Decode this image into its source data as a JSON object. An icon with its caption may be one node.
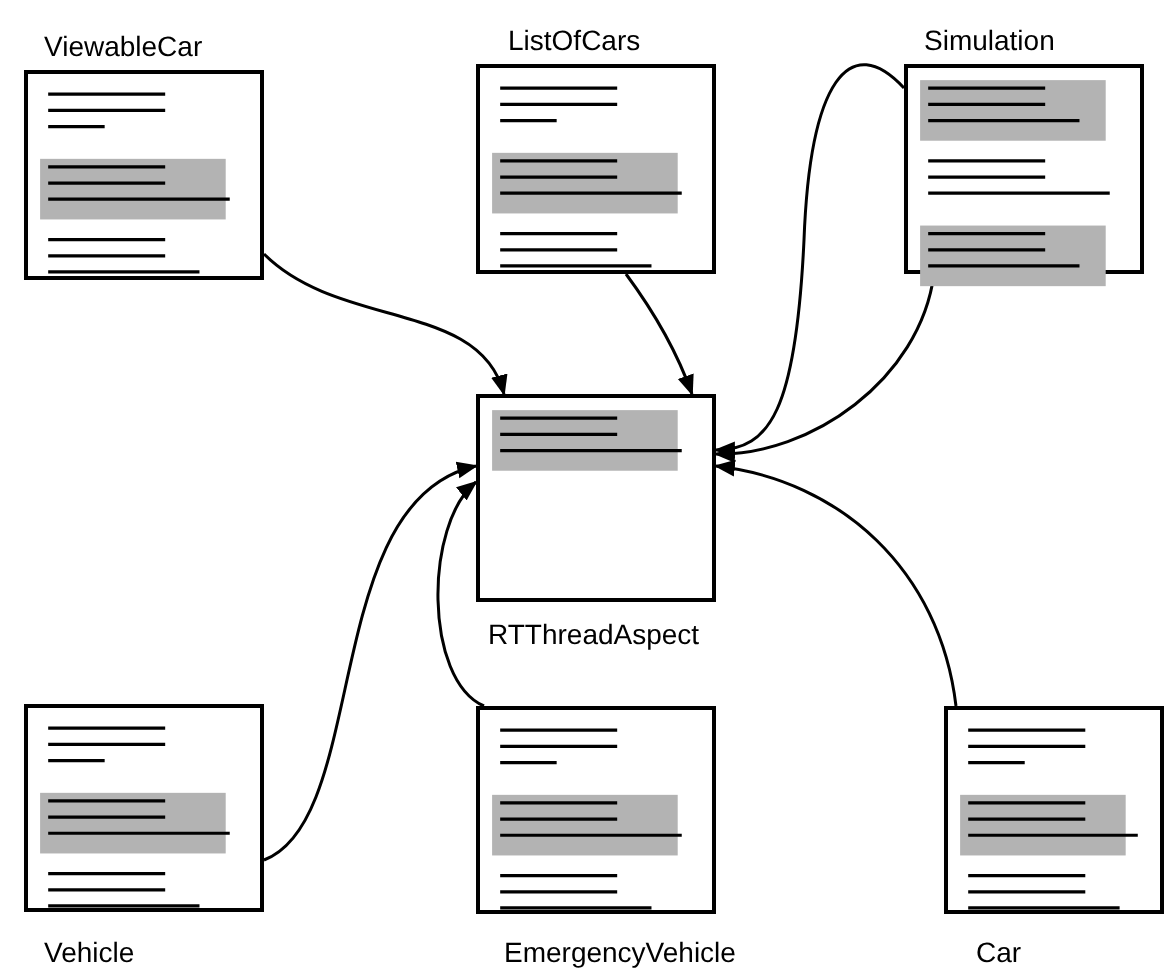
{
  "diagram": {
    "nodes": [
      {
        "text": [
          "ViewableCar"
        ]
      },
      {
        "text": [
          "ListOfCars"
        ]
      },
      {
        "text": [
          "Simulation"
        ]
      },
      {
        "text": [
          "RTThreadAspect"
        ]
      },
      {
        "text": [
          "Vehicle"
        ]
      },
      {
        "text": [
          "EmergencyVehicle"
        ]
      },
      {
        "text": [
          "Car"
        ]
      }
    ],
    "edges": [
      {
        "from": 0,
        "to": 3,
        "arrow": "to"
      },
      {
        "from": 1,
        "to": 3,
        "arrow": "to"
      },
      {
        "from": 2,
        "to": 3,
        "arrow": "to"
      },
      {
        "from": 2,
        "to": 3,
        "arrow": "to"
      },
      {
        "from": 4,
        "to": 3,
        "arrow": "to"
      },
      {
        "from": 5,
        "to": 3,
        "arrow": "to"
      },
      {
        "from": 6,
        "to": 3,
        "arrow": "to"
      }
    ]
  }
}
